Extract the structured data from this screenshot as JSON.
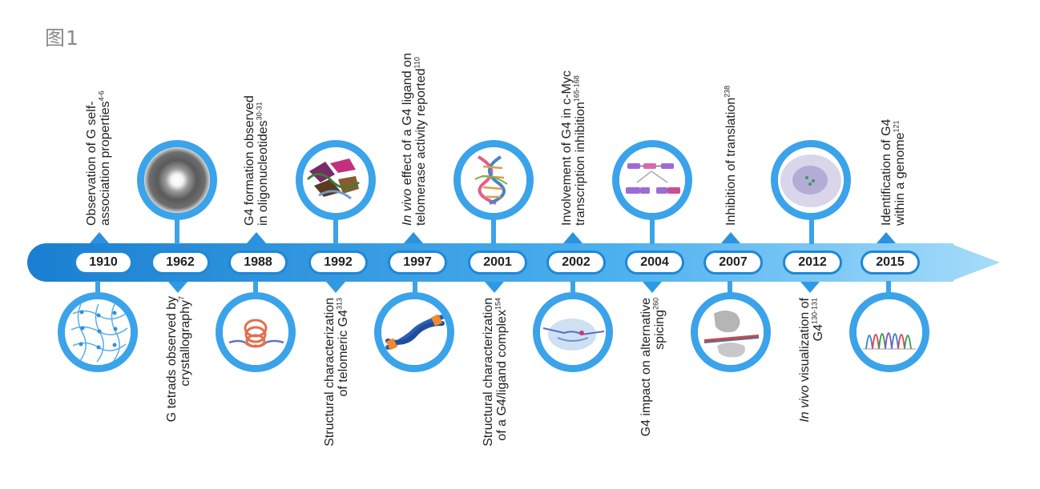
{
  "figure_label": "图1",
  "years": [
    "1910",
    "1962",
    "1988",
    "1992",
    "1997",
    "2001",
    "2002",
    "2004",
    "2007",
    "2012",
    "2015"
  ],
  "events": {
    "e1910": {
      "line1": "Observation of G self-",
      "line2": "association properties",
      "ref": "4-6"
    },
    "e1962": {
      "line1": "G tetrads observed by",
      "line2": "crystallography",
      "ref": "7"
    },
    "e1988": {
      "line1": "G4 formation observed",
      "line2": "in oligonucleotides",
      "ref": "30-31"
    },
    "e1992": {
      "line1": "Structural characterization",
      "line2": "of telomeric G4",
      "ref": "313"
    },
    "e1997": {
      "line1_italic": "In vivo",
      "line1_rest": " effect of a G4 ligand on",
      "line2": "telomerase activity reported",
      "ref": "110"
    },
    "e2001": {
      "line1": "Structural characterization",
      "line2": "of a G4/ligand complex",
      "ref": "154"
    },
    "e2002": {
      "line1": "Involvement of G4 in c-Myc",
      "line2": "transcription inhibition",
      "ref": "165-168"
    },
    "e2004": {
      "line1": "G4 impact on alternative",
      "line2": "spicing",
      "ref": "260"
    },
    "e2007": {
      "line1": "Inhibition of translation",
      "ref": "238"
    },
    "e2012": {
      "line1_italic": "In vivo",
      "line1_rest": " visualization of",
      "line2": "G4",
      "ref": "130-131"
    },
    "e2015": {
      "line1": "Identification of G4",
      "line2": "within a genome",
      "ref": "121"
    }
  },
  "colors": {
    "arrow_dark": "#1a7fd0",
    "arrow_light": "#8fd0f7",
    "ring": "#3aa3ea",
    "pill_border": "#1f87d6"
  }
}
